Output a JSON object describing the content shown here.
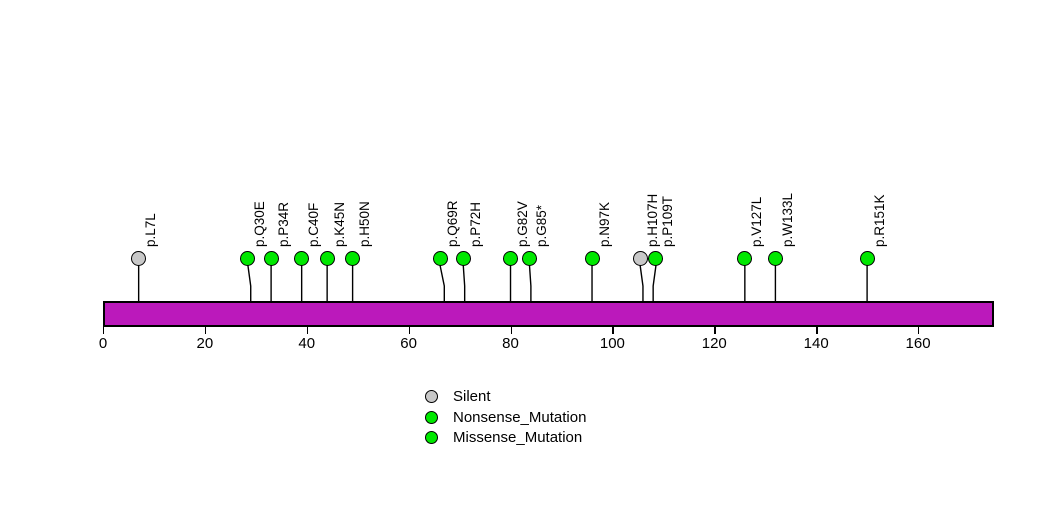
{
  "chart_data": {
    "type": "lollipop",
    "title": "",
    "xlabel": "",
    "ylabel": "",
    "xlim": [
      0,
      175
    ],
    "grid": false,
    "protein_length": 175,
    "axis": {
      "ticks": [
        0,
        20,
        40,
        60,
        80,
        100,
        120,
        140,
        160
      ],
      "tick_labels": [
        "0",
        "20",
        "40",
        "60",
        "80",
        "100",
        "120",
        "140",
        "160"
      ]
    },
    "domain_track": {
      "color": "#BB19BB",
      "start": 0,
      "end": 175
    },
    "mutations": [
      {
        "label": "p.L7L",
        "position": 7,
        "type": "Silent",
        "color": "#C8C8C8",
        "dot_offset": 0
      },
      {
        "label": "p.Q30E",
        "position": 29,
        "type": "Missense_Mutation",
        "color": "#00E800",
        "dot_offset": -1
      },
      {
        "label": "p.P34R",
        "position": 33,
        "type": "Missense_Mutation",
        "color": "#00E800",
        "dot_offset": 0
      },
      {
        "label": "p.C40F",
        "position": 39,
        "type": "Missense_Mutation",
        "color": "#00E800",
        "dot_offset": 0
      },
      {
        "label": "p.K45N",
        "position": 44,
        "type": "Missense_Mutation",
        "color": "#00E800",
        "dot_offset": 0
      },
      {
        "label": "p.H50N",
        "position": 49,
        "type": "Missense_Mutation",
        "color": "#00E800",
        "dot_offset": 0
      },
      {
        "label": "p.Q69R",
        "position": 67,
        "type": "Missense_Mutation",
        "color": "#00E800",
        "dot_offset": -1.5
      },
      {
        "label": "p.P72H",
        "position": 71,
        "type": "Missense_Mutation",
        "color": "#00E800",
        "dot_offset": -0.5
      },
      {
        "label": "p.G82V",
        "position": 80,
        "type": "Missense_Mutation",
        "color": "#00E800",
        "dot_offset": 0
      },
      {
        "label": "p.G85*",
        "position": 84,
        "type": "Nonsense_Mutation",
        "color": "#00E800",
        "dot_offset": -0.5
      },
      {
        "label": "p.N97K",
        "position": 96,
        "type": "Missense_Mutation",
        "color": "#00E800",
        "dot_offset": 0
      },
      {
        "label": "p.H107H",
        "position": 106,
        "type": "Silent",
        "color": "#C8C8C8",
        "dot_offset": -1
      },
      {
        "label": "p.P109T",
        "position": 108,
        "type": "Missense_Mutation",
        "color": "#00E800",
        "dot_offset": 1
      },
      {
        "label": "p.V127L",
        "position": 126,
        "type": "Missense_Mutation",
        "color": "#00E800",
        "dot_offset": 0
      },
      {
        "label": "p.W133L",
        "position": 132,
        "type": "Missense_Mutation",
        "color": "#00E800",
        "dot_offset": 0
      },
      {
        "label": "p.R151K",
        "position": 150,
        "type": "Missense_Mutation",
        "color": "#00E800",
        "dot_offset": 0
      }
    ],
    "legend": {
      "position": "bottom-center",
      "entries": [
        {
          "label": "Silent",
          "color": "#C8C8C8"
        },
        {
          "label": "Nonsense_Mutation",
          "color": "#00E800"
        },
        {
          "label": "Missense_Mutation",
          "color": "#00E800"
        }
      ]
    }
  }
}
